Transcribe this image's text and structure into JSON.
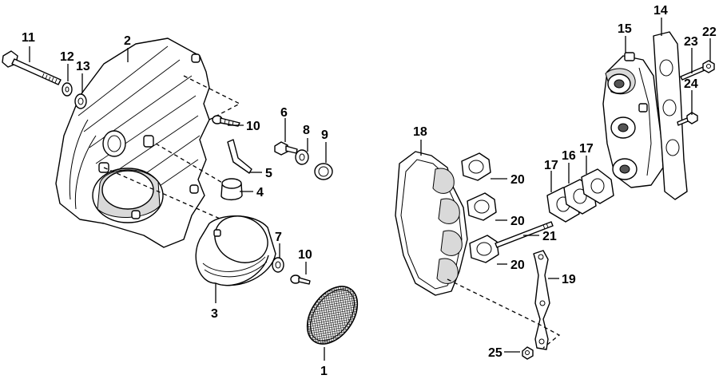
{
  "callouts": {
    "c1": "1",
    "c2": "2",
    "c3": "3",
    "c4": "4",
    "c5": "5",
    "c6": "6",
    "c7": "7",
    "c8": "8",
    "c9": "9",
    "c10a": "10",
    "c10b": "10",
    "c11": "11",
    "c12": "12",
    "c13": "13",
    "c14": "14",
    "c15": "15",
    "c16": "16",
    "c17a": "17",
    "c17b": "17",
    "c18": "18",
    "c19": "19",
    "c20a": "20",
    "c20b": "20",
    "c20c": "20",
    "c21": "21",
    "c22": "22",
    "c23": "23",
    "c24": "24",
    "c25": "25"
  },
  "colors": {
    "ink": "#000000",
    "paper": "#ffffff"
  }
}
